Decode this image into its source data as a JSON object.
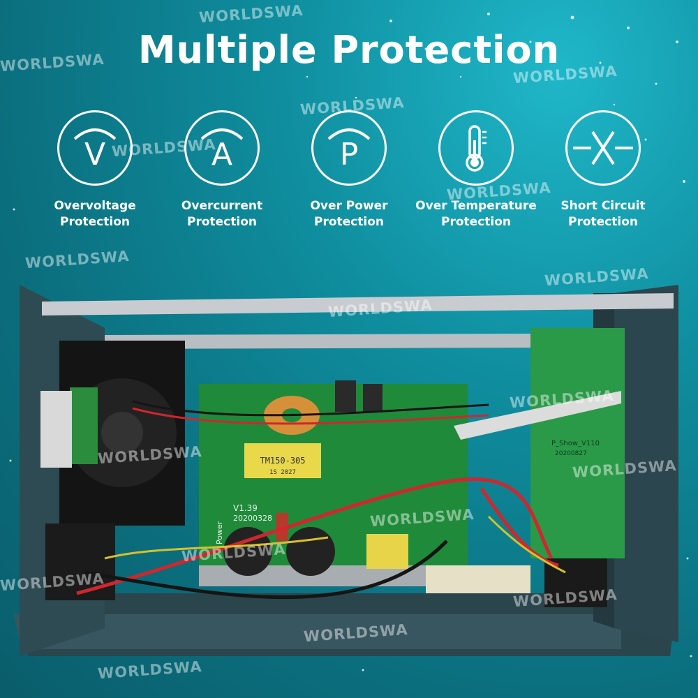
{
  "title": "Multiple Protection",
  "features": [
    {
      "icon": "v-letter-icon",
      "glyph": "V",
      "line1": "Overvoltage",
      "line2": "Protection"
    },
    {
      "icon": "a-letter-icon",
      "glyph": "A",
      "line1": "Overcurrent",
      "line2": "Protection"
    },
    {
      "icon": "p-letter-icon",
      "glyph": "P",
      "line1": "Over Power",
      "line2": "Protection"
    },
    {
      "icon": "thermometer-icon",
      "glyph": "",
      "line1": "Over Temperature",
      "line2": "Protection"
    },
    {
      "icon": "short-circuit-icon",
      "glyph": "",
      "line1": "Short Circuit",
      "line2": "Protection"
    }
  ],
  "watermark": "WORLDSWA",
  "board_labels": {
    "transformer": "TM150-305",
    "transformer_sub": "1S 2027",
    "version": "V1.39",
    "date": "20200328",
    "power": "Power",
    "display_board": "P_Show_V110",
    "display_date": "20200827"
  },
  "colors": {
    "background": "#0b6f7e",
    "accent": "#1fb7c9",
    "pcb": "#1f8a3a",
    "case": "#2d4a52"
  }
}
